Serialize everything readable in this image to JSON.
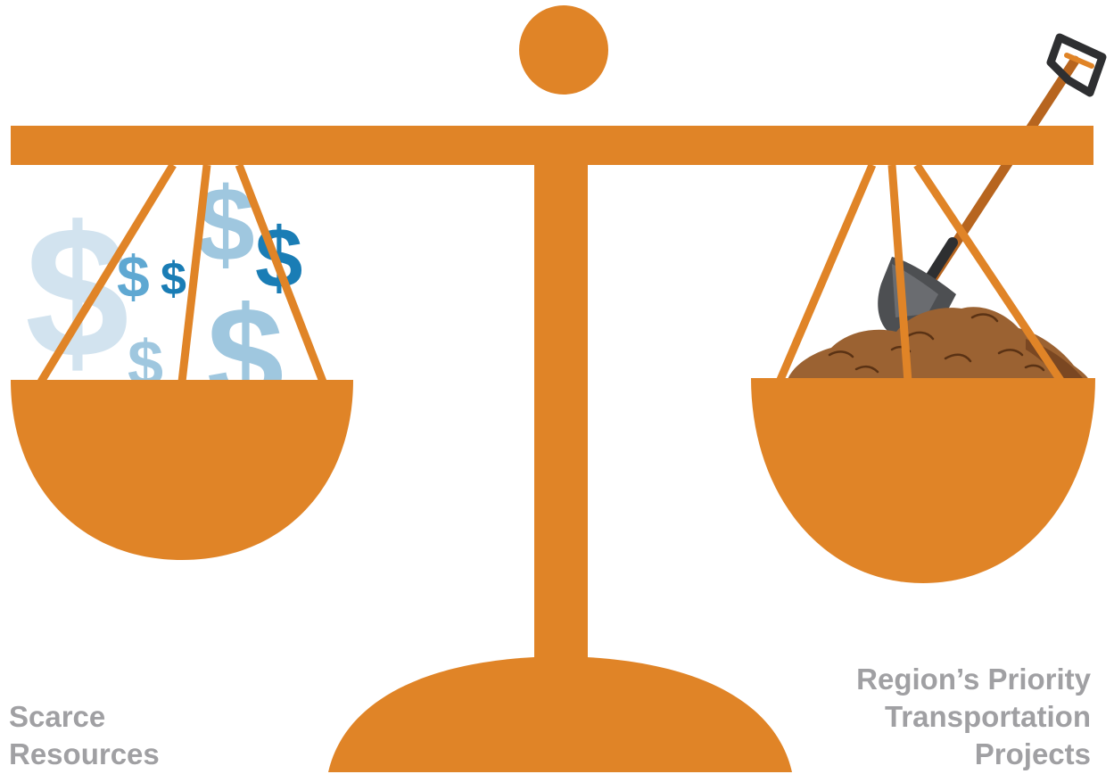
{
  "diagram": {
    "kind": "balance scale illustration",
    "colors": {
      "scale": "#e08427",
      "dollar_pale": "#d2e3ef",
      "dollar_light": "#9fc7df",
      "dollar_mid": "#5fa8d2",
      "dollar_dark": "#1a7db5",
      "dirt": "#9b6232",
      "dirt_shadow": "#7a4722",
      "shovel_blade": "#4d4f52",
      "shovel_handle": "#b7651f",
      "caption_text": "#a0a0a3"
    },
    "left_pan": {
      "contents_icon": "dollar-sign-icon",
      "dollar_glyph": "$",
      "caption_lines": [
        "Scarce",
        "Resources"
      ]
    },
    "right_pan": {
      "contents_icon": "shovel-in-dirt-icon",
      "caption_lines": [
        "Region’s Priority",
        "Transportation",
        "Projects"
      ]
    }
  }
}
